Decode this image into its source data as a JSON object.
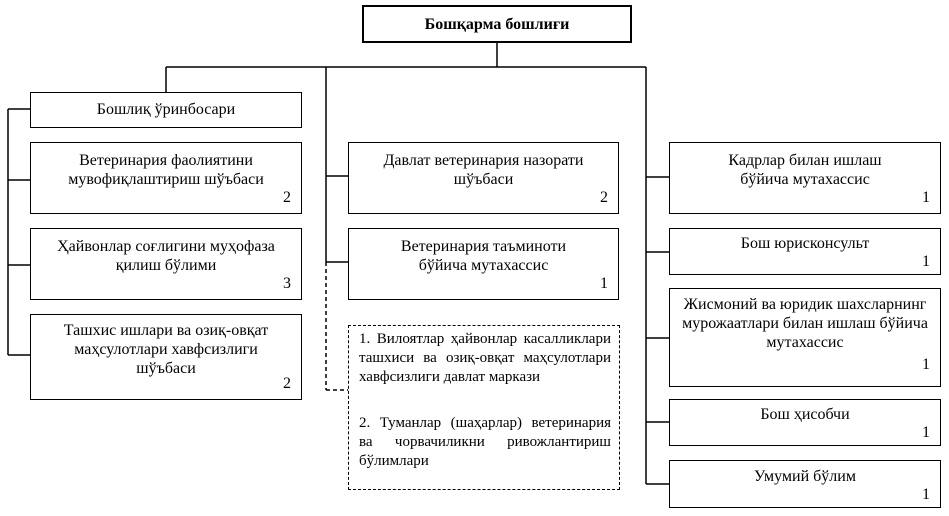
{
  "head": {
    "label": "Бошқарма бошлиғи"
  },
  "deputy": {
    "label": "Бошлиқ ўринбосари"
  },
  "left_units": [
    {
      "label": "Ветеринария фаолиятини мувофиқлаштириш шўъбаси",
      "count": "2"
    },
    {
      "label": "Ҳайвонлар соғлигини муҳофаза қилиш бўлими",
      "count": "3"
    },
    {
      "label": "Ташхис ишлари ва озиқ-овқат маҳсулотлари хавфсизлиги шўъбаси",
      "count": "2"
    }
  ],
  "middle_units": [
    {
      "label": "Давлат ветеринария назорати шўъбаси",
      "count": "2"
    },
    {
      "label": "Ветеринария таъминоти бўйича мутахассис",
      "count": "1"
    }
  ],
  "subordinate": {
    "items": [
      "1.   Вилоятлар ҳайвонлар касалликлари ташхиси ва озиқ-овқат маҳсулотлари хавфсизлиги давлат маркази",
      "2.   Туманлар (шаҳарлар) ветеринария ва чорвачиликни ривожлантириш бўлимлари"
    ]
  },
  "right_units": [
    {
      "label": "Кадрлар билан ишлаш бўйича мутахассис",
      "count": "1"
    },
    {
      "label": "Бош юрисконсульт",
      "count": "1"
    },
    {
      "label": "Жисмоний ва юридик шахсларнинг мурожаатлари билан ишлаш бўйича мутахассис",
      "count": "1"
    },
    {
      "label": "Бош ҳисобчи",
      "count": "1"
    },
    {
      "label": "Умумий бўлим",
      "count": "1"
    }
  ]
}
